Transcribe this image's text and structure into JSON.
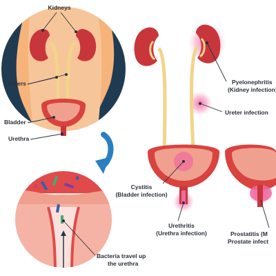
{
  "colors": {
    "background": "#ffffff",
    "navy": "#1f3b52",
    "skin": "#f6b37a",
    "kidney": "#c8363b",
    "ureter": "#f2d48a",
    "bladder": "#d9423f",
    "infection_glow": "#f47aa8",
    "arrow": "#2a7fc0",
    "text": "#2a2f3a"
  },
  "labels": {
    "kidneys": "Kidneys",
    "ureters": "Ureters",
    "bladder": "Bladder",
    "urethra": "Urethra",
    "bacteria_line1": "Bacteria travel up",
    "bacteria_line2": "the urethra",
    "pyelo_line1": "Pyelonephritis",
    "pyelo_line2": "(Kidney infection)",
    "ureter_infection": "Ureter infection",
    "cystitis_line1": "Cystitis",
    "cystitis_line2": "(Bladder infection)",
    "urethritis_line1": "Urethritis",
    "urethritis_line2": "(Urethra infection)",
    "prostatitis_line1": "Prostatitis (M",
    "prostatitis_line2": "Prostate infect"
  }
}
